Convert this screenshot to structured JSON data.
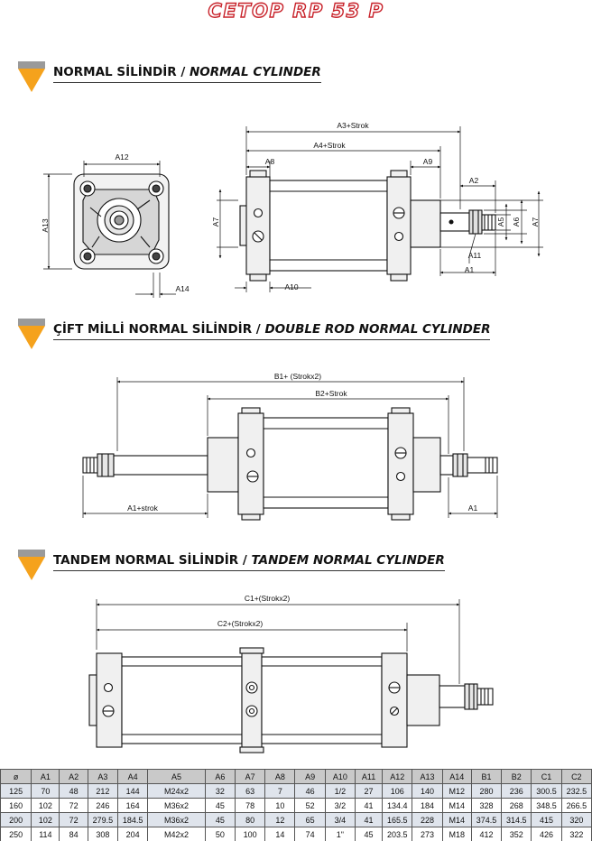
{
  "title": "CETOP RP 53 P",
  "sections": [
    {
      "label_tr": "NORMAL SİLİNDİR",
      "label_en": "NORMAL CYLINDER"
    },
    {
      "label_tr": "ÇİFT MİLLİ NORMAL SİLİNDİR",
      "label_en": "DOUBLE ROD NORMAL CYLINDER"
    },
    {
      "label_tr": "TANDEM NORMAL SİLİNDİR",
      "label_en": "TANDEM NORMAL CYLINDER"
    }
  ],
  "separator": " / ",
  "dims": {
    "d1": {
      "a12": "A12",
      "a13": "A13",
      "a14": "A14",
      "a3": "A3+Strok",
      "a4": "A4+Strok",
      "a8": "A8",
      "a9": "A9",
      "a2": "A2",
      "a7": "A7",
      "a5": "A5",
      "a6": "A6",
      "a7r": "A7",
      "a11": "A11",
      "a1": "A1",
      "a10": "A10"
    },
    "d2": {
      "b1": "B1+ (Strokx2)",
      "b2": "B2+Strok",
      "a1s": "A1+strok",
      "a1": "A1"
    },
    "d3": {
      "c1": "C1+(Strokx2)",
      "c2": "C2+(Strokx2)"
    }
  },
  "table": {
    "headers": [
      "ø",
      "A1",
      "A2",
      "A3",
      "A4",
      "A5",
      "A6",
      "A7",
      "A8",
      "A9",
      "A10",
      "A11",
      "A12",
      "A13",
      "A14",
      "B1",
      "B2",
      "C1",
      "C2"
    ],
    "rows": [
      [
        "125",
        "70",
        "48",
        "212",
        "144",
        "M24x2",
        "32",
        "63",
        "7",
        "46",
        "1/2",
        "27",
        "106",
        "140",
        "M12",
        "280",
        "236",
        "300.5",
        "232.5"
      ],
      [
        "160",
        "102",
        "72",
        "246",
        "164",
        "M36x2",
        "45",
        "78",
        "10",
        "52",
        "3/2",
        "41",
        "134.4",
        "184",
        "M14",
        "328",
        "268",
        "348.5",
        "266.5"
      ],
      [
        "200",
        "102",
        "72",
        "279.5",
        "184.5",
        "M36x2",
        "45",
        "80",
        "12",
        "65",
        "3/4",
        "41",
        "165.5",
        "228",
        "M14",
        "374.5",
        "314.5",
        "415",
        "320"
      ],
      [
        "250",
        "114",
        "84",
        "308",
        "204",
        "M42x2",
        "50",
        "100",
        "14",
        "74",
        "1\"",
        "45",
        "203.5",
        "273",
        "M18",
        "412",
        "352",
        "426",
        "322"
      ]
    ]
  },
  "colors": {
    "title_outline": "#c8232b",
    "icon_orange": "#f5a21c",
    "icon_gray": "#9a9a9a",
    "header_bg": "#c9c9c9",
    "row_blue": "#dfe4ec"
  }
}
